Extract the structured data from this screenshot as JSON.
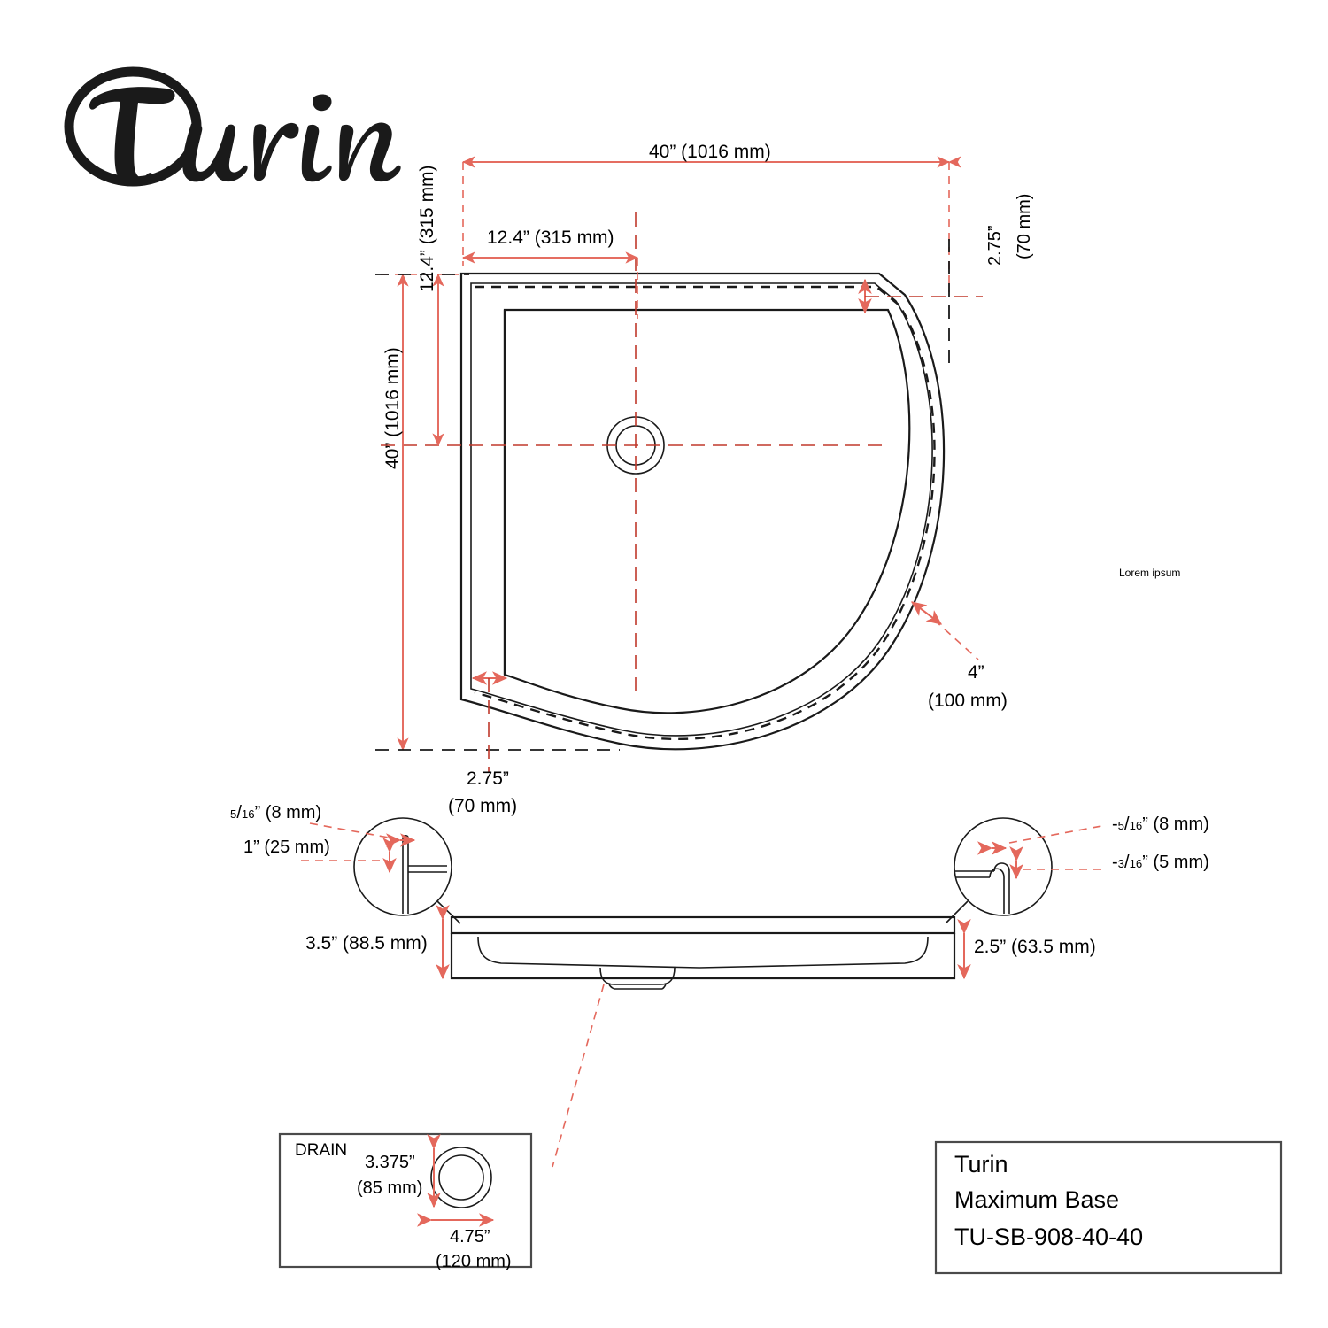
{
  "brand": {
    "logo_text": "Turin",
    "logo_name": "turin-script-logo"
  },
  "plan_view": {
    "dim_top_overall": "40” (1016 mm)",
    "dim_top_inner": "12.4” (315 mm)",
    "dim_left_inner": "12.4” (315 mm)",
    "dim_left_overall": "40” (1016 mm)",
    "dim_right_flange": "2.75”",
    "dim_right_flange_mm": "(70 mm)",
    "dim_bottom_flange_in": "2.75”",
    "dim_bottom_flange_mm": "(70 mm)",
    "dim_curve_in": "4”",
    "dim_curve_mm": "(100 mm)",
    "note": "Lorem ipsum"
  },
  "detail_left": {
    "callout_1_frac_num": "5",
    "callout_1_frac_den": "16",
    "callout_1_rest": "” (8 mm)",
    "callout_2": "1” (25 mm)"
  },
  "detail_right": {
    "callout_1_prefix": "-",
    "callout_1_frac_num": "5",
    "callout_1_frac_den": "16",
    "callout_1_rest": "” (8 mm)",
    "callout_2_prefix": "-",
    "callout_2_frac_num": "3",
    "callout_2_frac_den": "16",
    "callout_2_rest": "” (5 mm)"
  },
  "profile_view": {
    "dim_left_height": "3.5” (88.5 mm)",
    "dim_right_height": "2.5” (63.5 mm)"
  },
  "drain_detail": {
    "label": "DRAIN",
    "dim_height_in": "3.375”",
    "dim_height_mm": "(85 mm)",
    "dim_width_in": "4.75”",
    "dim_width_mm": "(120 mm)"
  },
  "title_block": {
    "line1": "Turin",
    "line2": "Maximum Base",
    "line3": "TU-SB-908-40-40"
  },
  "colors": {
    "dimension_red": "#d8332a",
    "line_black": "#1a1a1a",
    "dim_line": "#e4685c"
  }
}
